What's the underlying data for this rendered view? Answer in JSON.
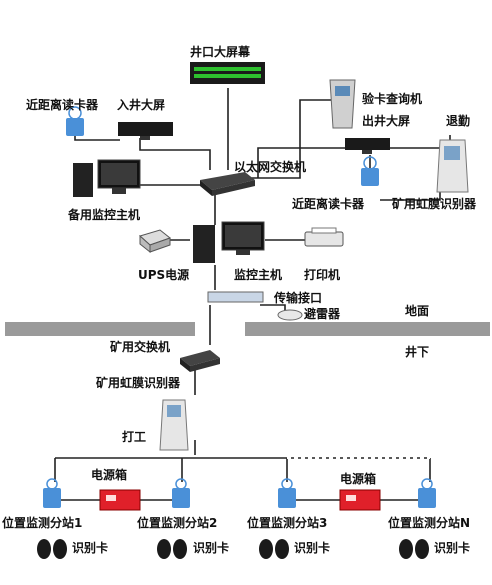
{
  "labels": {
    "shaft_screen": "井口大屏幕",
    "reader_near_top": "近距离读卡器",
    "enter_screen": "入井大屏",
    "card_query": "验卡查询机",
    "exit_screen": "出井大屏",
    "attendance": "退勤",
    "ethernet_switch": "以太网交换机",
    "backup_host": "备用监控主机",
    "reader_near_right": "近距离读卡器",
    "iris_right": "矿用虹膜识别器",
    "ups": "UPS电源",
    "monitor_host": "监控主机",
    "printer": "打印机",
    "transfer_port": "传输接口",
    "lightning": "避雷器",
    "ground": "地面",
    "underground": "井下",
    "mine_switch": "矿用交换机",
    "mine_iris": "矿用虹膜识别器",
    "worker": "打工",
    "power_box_1": "电源箱",
    "power_box_2": "电源箱",
    "station_1": "位置监测分站1",
    "station_2": "位置监测分站2",
    "station_3": "位置监测分站3",
    "station_n": "位置监测分站N",
    "card_1": "识别卡",
    "card_2": "识别卡",
    "card_3": "识别卡",
    "card_4": "识别卡"
  },
  "colors": {
    "line": "#222222",
    "ground_bar": "#9a9a9a",
    "power_box": "#e0202a",
    "reader_body": "#4a90d8",
    "led_green": "#2ec02e",
    "screen_dark": "#1a1a1a"
  }
}
